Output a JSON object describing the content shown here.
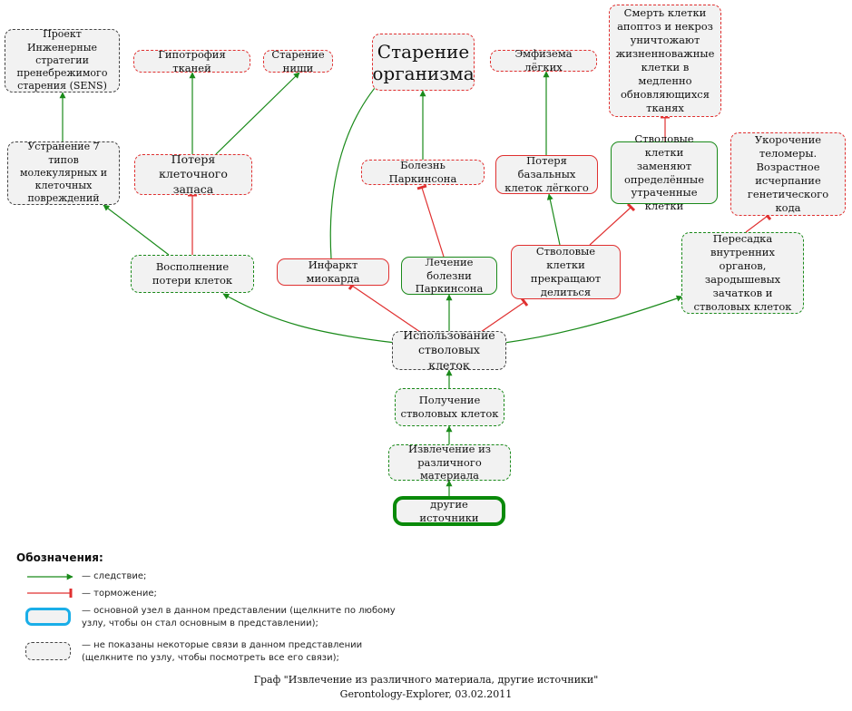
{
  "nodes": {
    "sens_project": "Проект Инженерные стратегии пренебрежимого старения (SENS)",
    "tissue_hypotrophy": "Гипотрофия тканей",
    "niche_aging": "Старение ниши",
    "organism_aging": "Старение организма",
    "emphysema": "Эмфизема лёгких",
    "cell_death": "Смерть клетки апоптоз и некроз уничтожают жизненноважные клетки в медленно обновляющихся тканях",
    "seven_damage_types": "Устранение 7 типов молекулярных и клеточных повреждений",
    "cell_reserve_loss": "Потеря клеточного запаса",
    "parkinson_disease": "Болезнь Паркинсона",
    "basal_cell_loss": "Потеря базальных клеток лёгкого",
    "stem_cells_replace": "Стволовые клетки заменяют определённые утраченные клетки",
    "telomere_shortening": "Укорочение теломеры. Возрастное исчерпание генетического кода",
    "cell_loss_replenish": "Восполнение потери клеток",
    "myocardial_infarction": "Инфаркт миокарда",
    "parkinson_treatment": "Лечение болезни Паркинсона",
    "stem_cells_stop": "Стволовые клетки прекращают делиться",
    "organ_transplant": "Пересадка внутренних органов, зародышевых зачатков и стволовых клеток",
    "stem_cell_use": "Использование стволовых клеток",
    "stem_cell_obtain": "Получение стволовых клеток",
    "extraction": "Извлечение из различного материала",
    "other_sources": "другие источники"
  },
  "legend": {
    "title": "Обозначения:",
    "consequence": "— следствие;",
    "inhibition": "— торможение;",
    "main_node": "— основной узел в данном представлении (щелкните по любому\nузлу, чтобы он стал основным в представлении);",
    "hidden_links": "— не показаны некоторые связи в данном представлении\n(щелкните по узлу, чтобы посмотреть все его связи);"
  },
  "caption": {
    "line1": "Граф \"Извлечение из различного материала, другие источники\"",
    "line2": "Gerontology-Explorer, 03.02.2011"
  },
  "colors": {
    "consequence": "#1a8a1a",
    "inhibition": "#e03030",
    "main_node_border": "#0a8a0a",
    "legend_main_border": "#1aaee8",
    "node_fill": "#f2f2f2"
  }
}
